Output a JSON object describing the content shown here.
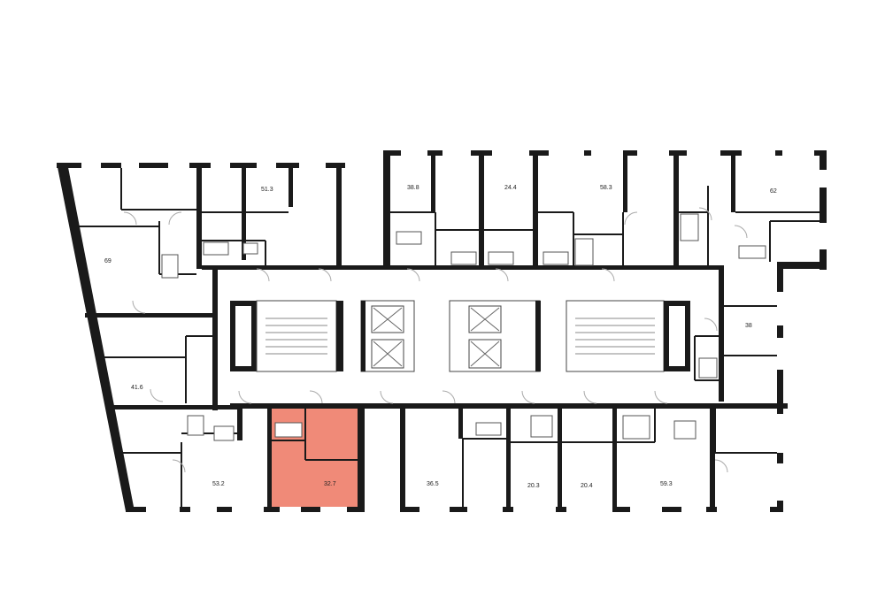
{
  "plan": {
    "highlight_color": "#f08a78",
    "wall_color": "#1a1a1a",
    "units": [
      {
        "id": "u69",
        "area": "69"
      },
      {
        "id": "u513",
        "area": "51.3"
      },
      {
        "id": "u388",
        "area": "38.8"
      },
      {
        "id": "u244",
        "area": "24.4"
      },
      {
        "id": "u583",
        "area": "58.3"
      },
      {
        "id": "u62",
        "area": "62"
      },
      {
        "id": "u38",
        "area": "38"
      },
      {
        "id": "u416",
        "area": "41.6"
      },
      {
        "id": "u532",
        "area": "53.2"
      },
      {
        "id": "u327",
        "area": "32.7",
        "selected": true
      },
      {
        "id": "u365",
        "area": "36.5"
      },
      {
        "id": "u203",
        "area": "20.3"
      },
      {
        "id": "u204",
        "area": "20.4"
      },
      {
        "id": "u593",
        "area": "59.3"
      }
    ]
  }
}
